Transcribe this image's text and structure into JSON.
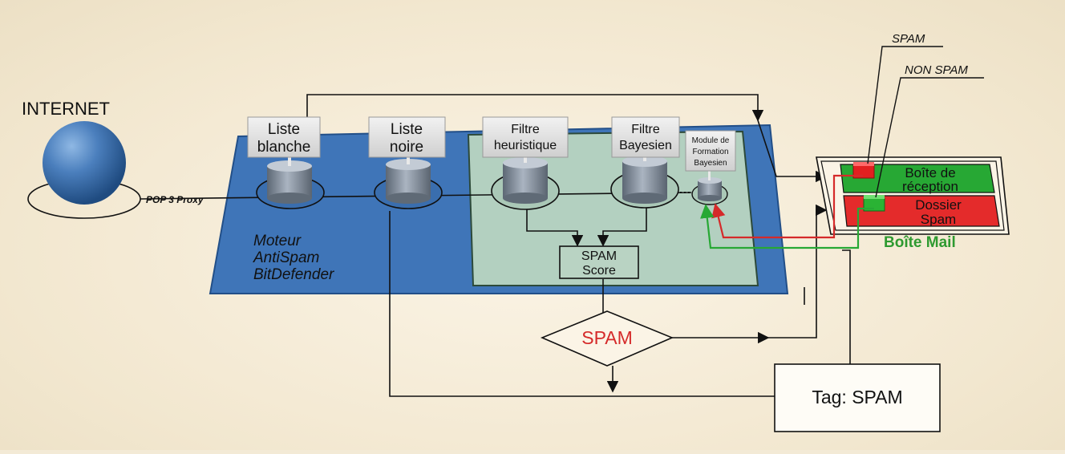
{
  "internet_label": "INTERNET",
  "proxy_label": "POP 3 Proxy",
  "engine": {
    "line1": "Moteur",
    "line2": "AntiSpam",
    "line3": "BitDefender"
  },
  "filters": {
    "whitelist": [
      "Liste",
      "blanche"
    ],
    "blacklist": [
      "Liste",
      "noire"
    ],
    "heuristic": [
      "Filtre",
      "heuristique"
    ],
    "bayesian": [
      "Filtre",
      "Bayesien"
    ],
    "training": [
      "Module de",
      "Formation",
      "Bayesien"
    ]
  },
  "score": [
    "SPAM",
    "Score"
  ],
  "decision": "SPAM",
  "tag": "Tag: SPAM",
  "mailbox": {
    "inbox": [
      "Boîte de",
      "réception"
    ],
    "spam_folder": [
      "Dossier",
      "Spam"
    ],
    "title": "Boîte Mail"
  },
  "legend": {
    "spam": "SPAM",
    "non_spam": "NON SPAM"
  },
  "colors": {
    "engine_blue": "#3f75b8",
    "filter_panel": "#b3d0c0",
    "spam_red": "#d52a2a",
    "inbox_green": "#27a834",
    "mailbox_title_green": "#2e9a30"
  }
}
